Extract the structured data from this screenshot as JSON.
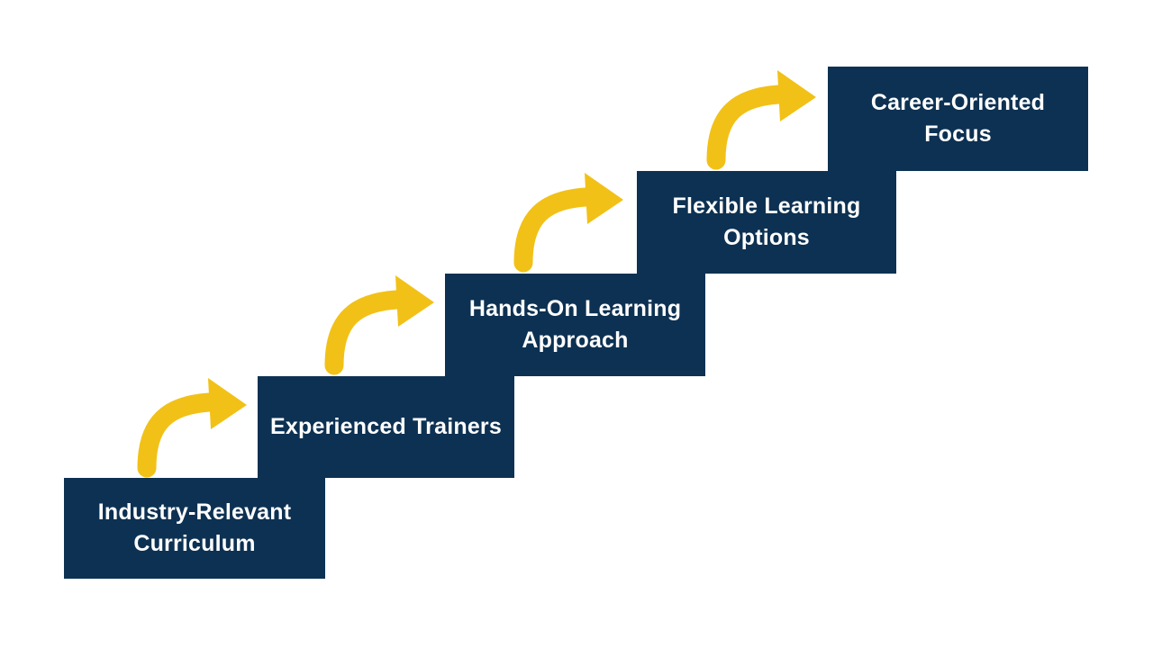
{
  "diagram": {
    "steps": [
      {
        "line1": "Industry-Relevant",
        "line2": "Curriculum"
      },
      {
        "line1": "Experienced Trainers",
        "line2": ""
      },
      {
        "line1": "Hands-On Learning",
        "line2": "Approach"
      },
      {
        "line1": "Flexible Learning",
        "line2": "Options"
      },
      {
        "line1": "Career-Oriented",
        "line2": "Focus"
      }
    ],
    "arrow_icon": "curved-up-right-arrow-icon"
  },
  "colors": {
    "step_background": "#0D3152",
    "step_text": "#FFFFFF",
    "arrow": "#F2C117",
    "page_background": "#FFFFFF"
  }
}
